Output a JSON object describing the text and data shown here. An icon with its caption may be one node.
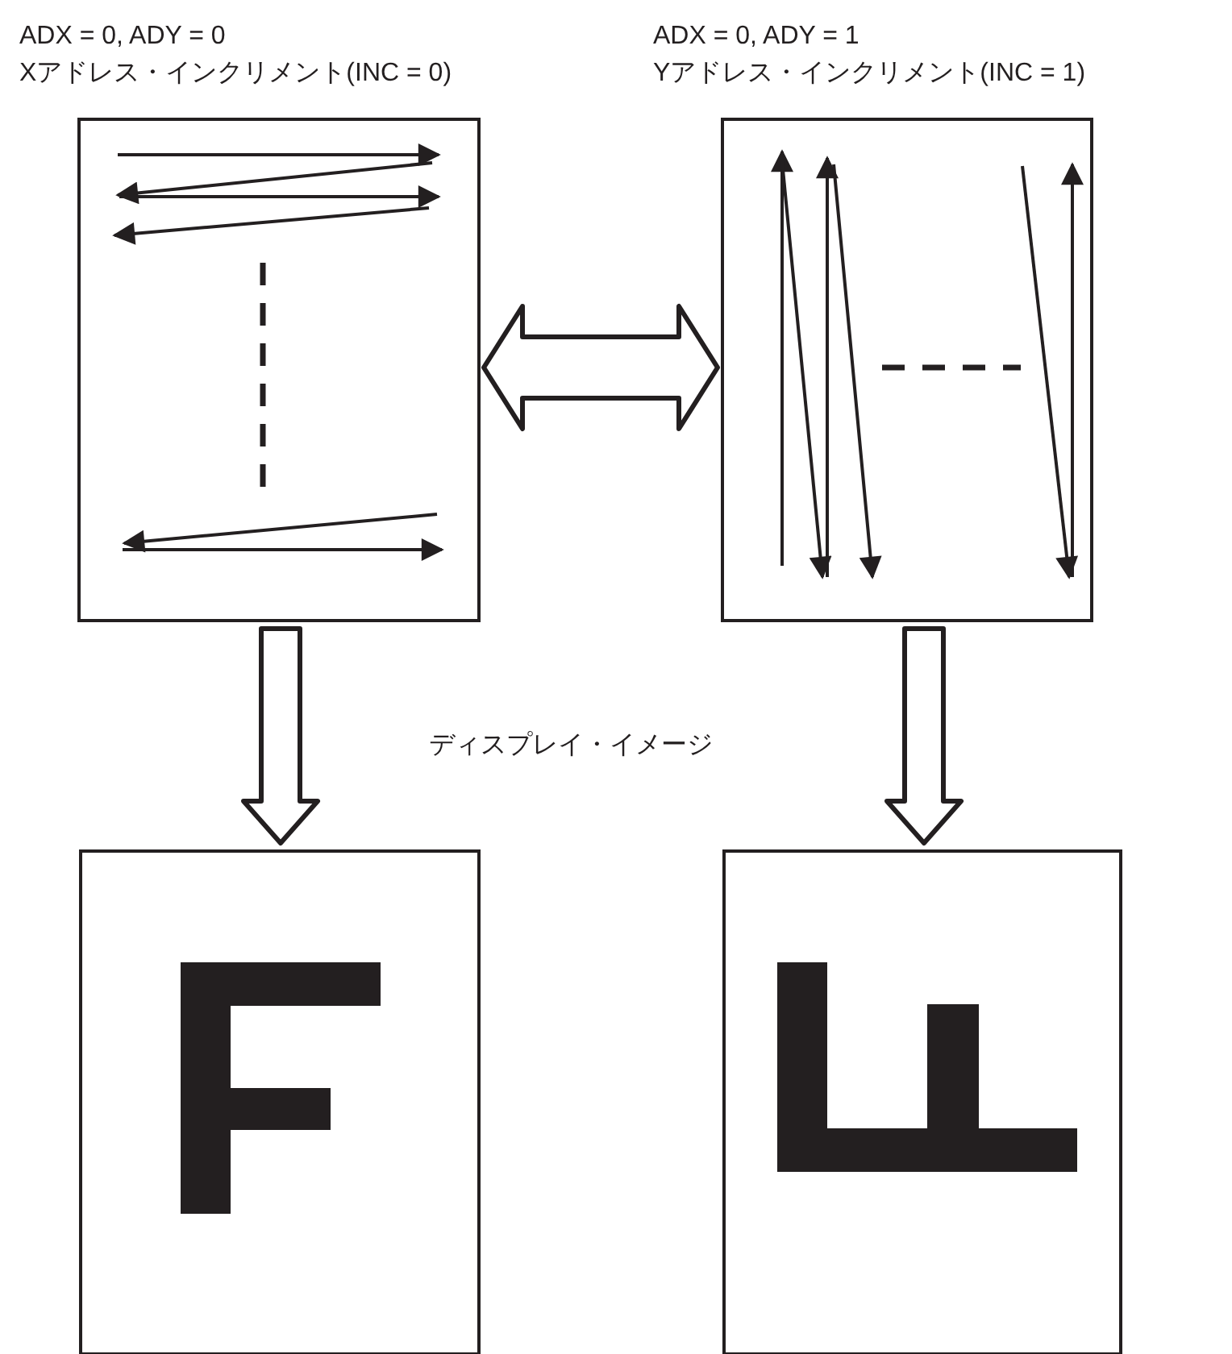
{
  "diagram": {
    "nodes": [
      {
        "text": [
          "ADX = 0, ADY = 0",
          "Xアドレス・インクリメント(INC = 0)"
        ]
      },
      {
        "text": [
          "ADX = 0, ADY = 1",
          "Yアドレス・インクリメント(INC = 1)"
        ]
      },
      {
        "text": [],
        "shape": "box"
      },
      {
        "text": [],
        "shape": "box"
      }
    ],
    "edges": [
      {
        "from": 0,
        "to": 1,
        "arrow": "both"
      },
      {
        "from": 0,
        "to": 2,
        "arrow": "to"
      },
      {
        "from": 1,
        "to": 3,
        "arrow": "to"
      }
    ],
    "labels": [
      "ディスプレイ・イメージ"
    ]
  }
}
